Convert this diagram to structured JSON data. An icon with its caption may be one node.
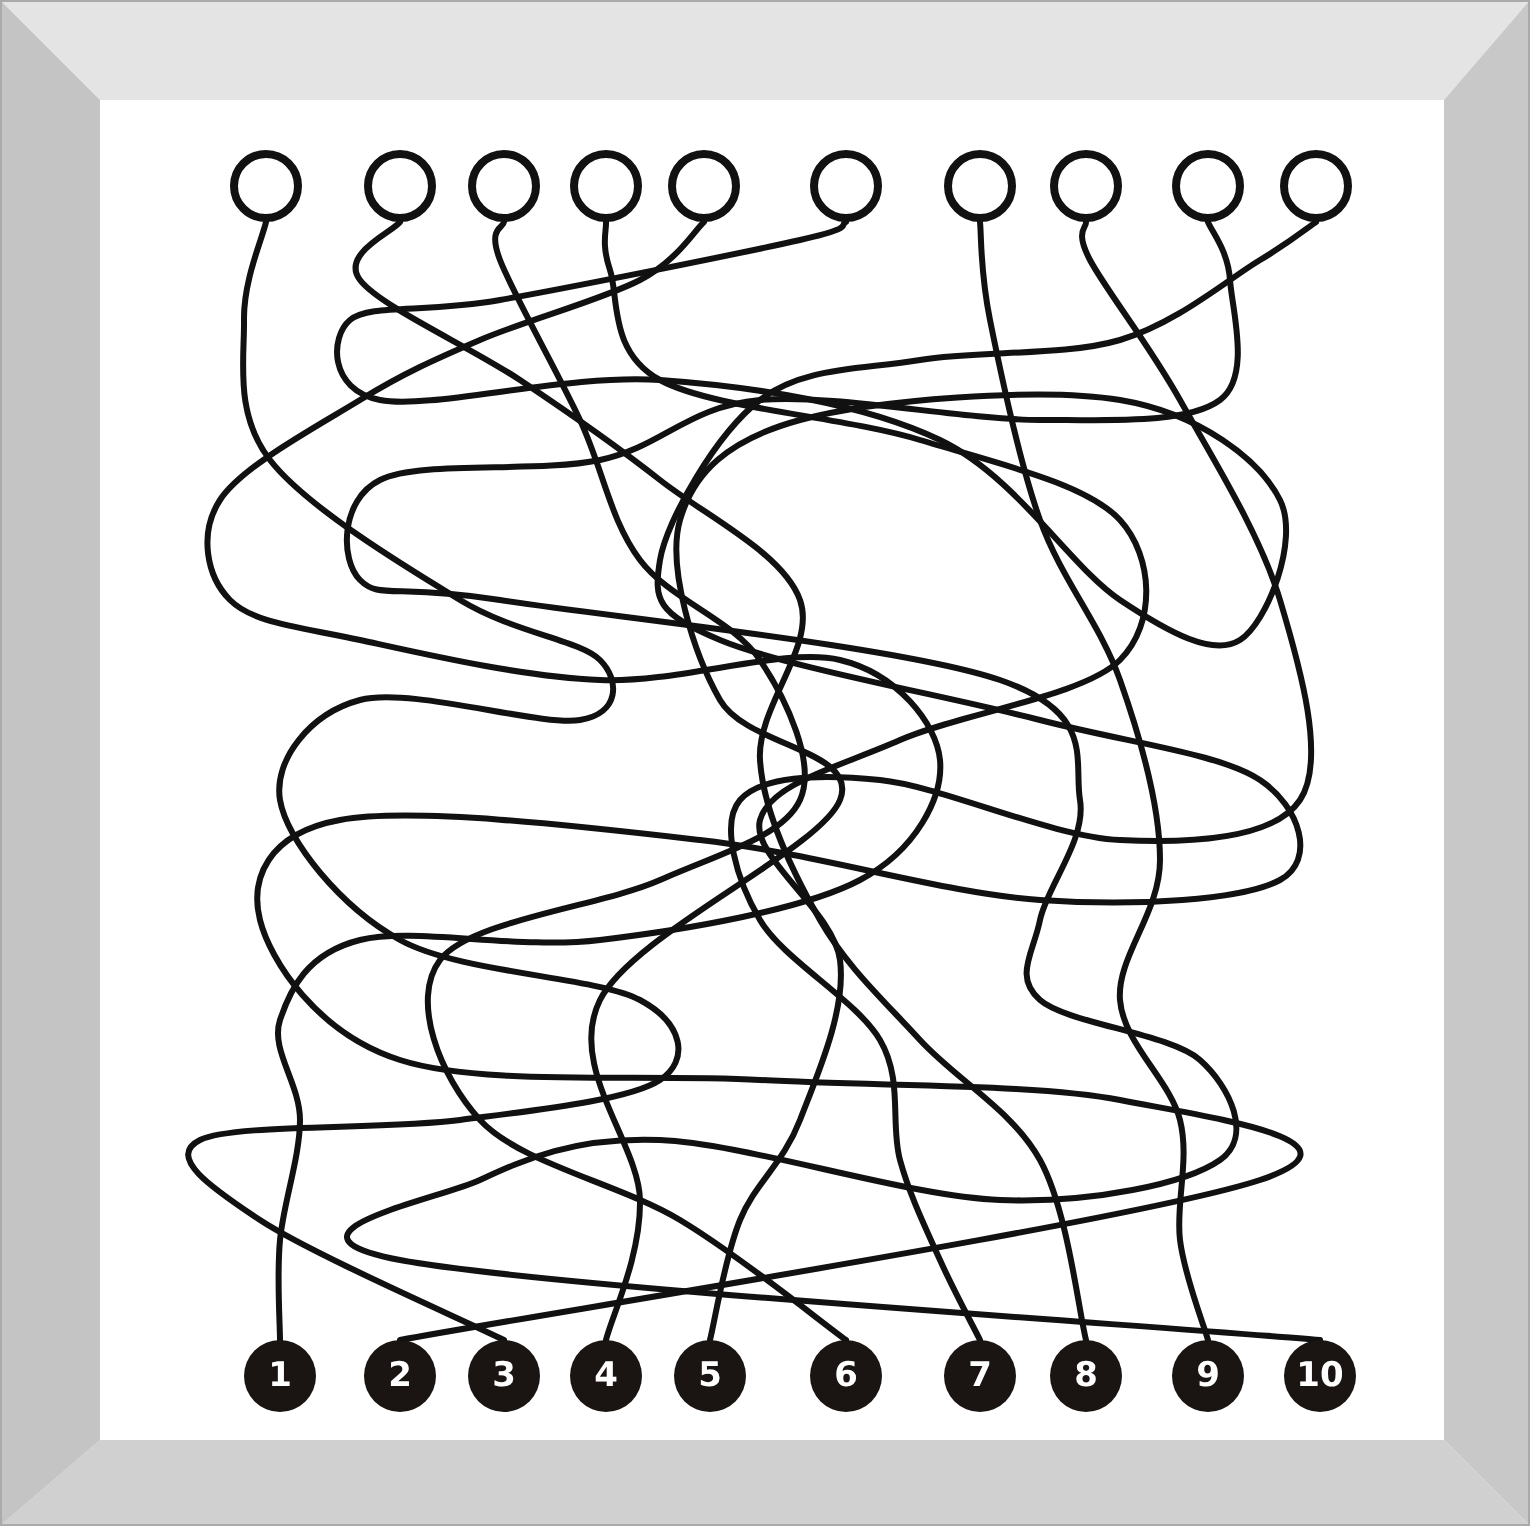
{
  "diagram": {
    "nodes": [
      {
        "text": [],
        "shape": "circle"
      },
      {
        "text": [],
        "shape": "circle"
      },
      {
        "text": [],
        "shape": "circle"
      },
      {
        "text": [],
        "shape": "circle"
      },
      {
        "text": [],
        "shape": "circle"
      },
      {
        "text": [],
        "shape": "circle"
      },
      {
        "text": [],
        "shape": "circle"
      },
      {
        "text": [],
        "shape": "circle"
      },
      {
        "text": [],
        "shape": "circle"
      },
      {
        "text": [],
        "shape": "circle"
      },
      {
        "text": [
          "1"
        ]
      },
      {
        "text": [
          "2"
        ]
      },
      {
        "text": [
          "3"
        ]
      },
      {
        "text": [
          "4"
        ]
      },
      {
        "text": [
          "5"
        ]
      },
      {
        "text": [
          "6"
        ]
      },
      {
        "text": [
          "7"
        ]
      },
      {
        "text": [
          "8"
        ]
      },
      {
        "text": [
          "9"
        ]
      },
      {
        "text": [
          "10"
        ]
      }
    ],
    "edges": [
      {
        "from": 0,
        "to": 12,
        "arrow": "none"
      },
      {
        "from": 1,
        "to": 17,
        "arrow": "none"
      },
      {
        "from": 2,
        "to": 15,
        "arrow": "none"
      },
      {
        "from": 3,
        "to": 14,
        "arrow": "none"
      },
      {
        "from": 4,
        "to": 10,
        "arrow": "none"
      },
      {
        "from": 5,
        "to": 13,
        "arrow": "none"
      },
      {
        "from": 6,
        "to": 18,
        "arrow": "none"
      },
      {
        "from": 7,
        "to": 16,
        "arrow": "none"
      },
      {
        "from": 8,
        "to": 19,
        "arrow": "none"
      },
      {
        "from": 9,
        "to": 11,
        "arrow": "none"
      }
    ]
  }
}
